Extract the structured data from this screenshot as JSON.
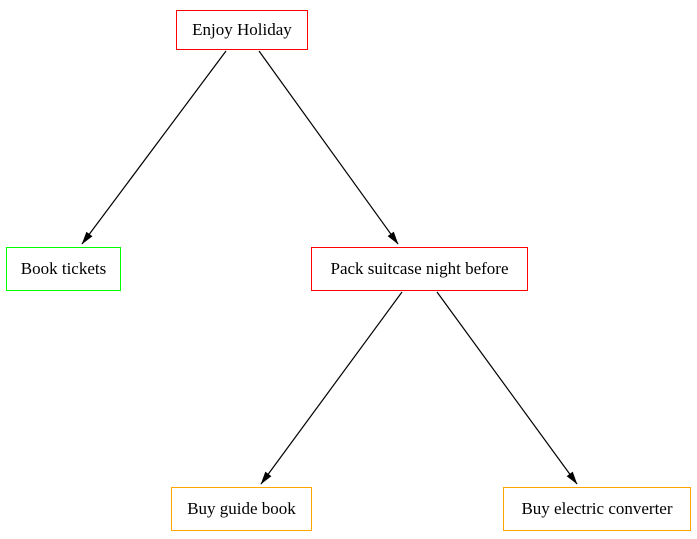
{
  "diagram": {
    "type": "flowchart-tree",
    "background_color": "#ffffff",
    "edge_color": "#000000",
    "text_color": "#000000",
    "nodes": [
      {
        "id": "enjoy-holiday",
        "label": "Enjoy Holiday",
        "border_color": "#ff0000",
        "shape": "rectangle"
      },
      {
        "id": "book-tickets",
        "label": "Book tickets",
        "border_color": "#00ff00",
        "shape": "rectangle"
      },
      {
        "id": "pack-suitcase",
        "label": "Pack suitcase night before",
        "border_color": "#ff0000",
        "shape": "rectangle"
      },
      {
        "id": "buy-guide-book",
        "label": "Buy guide book",
        "border_color": "#ffa500",
        "shape": "rectangle"
      },
      {
        "id": "buy-electric-converter",
        "label": "Buy electric converter",
        "border_color": "#ffa500",
        "shape": "rectangle"
      }
    ],
    "edges": [
      {
        "from": "enjoy-holiday",
        "to": "book-tickets",
        "arrow": "normal"
      },
      {
        "from": "enjoy-holiday",
        "to": "pack-suitcase",
        "arrow": "normal"
      },
      {
        "from": "pack-suitcase",
        "to": "buy-guide-book",
        "arrow": "normal"
      },
      {
        "from": "pack-suitcase",
        "to": "buy-electric-converter",
        "arrow": "normal"
      }
    ]
  }
}
